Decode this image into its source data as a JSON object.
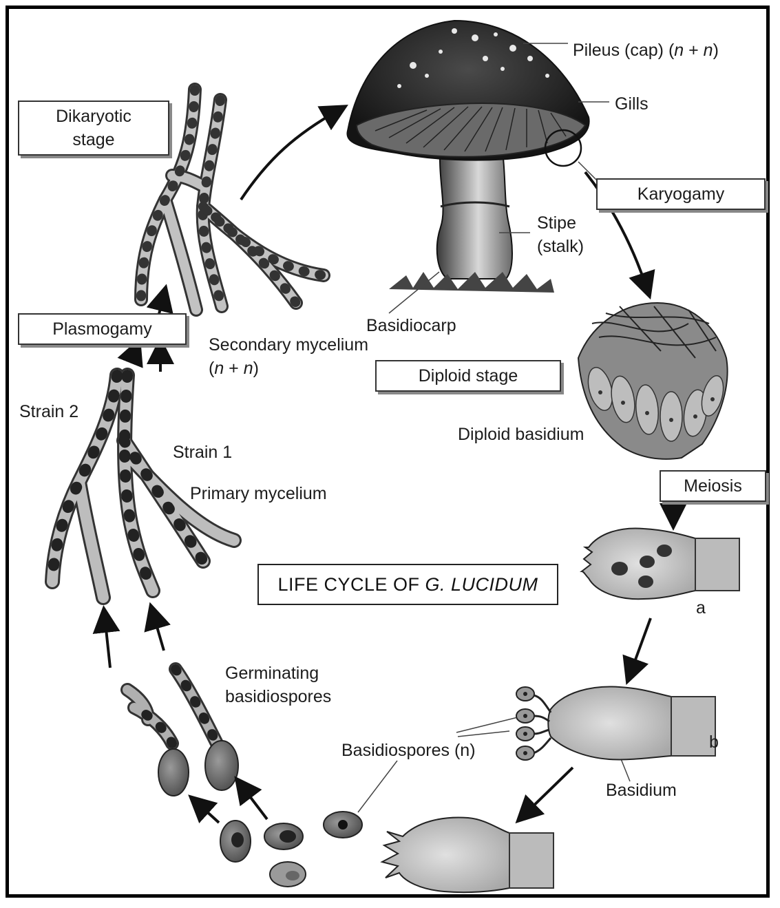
{
  "title": {
    "prefix": "LIFE CYCLE OF ",
    "species": "G. LUCIDUM"
  },
  "stage_boxes": {
    "dikaryotic": "Dikaryotic stage",
    "plasmogamy": "Plasmogamy",
    "karyogamy": "Karyogamy",
    "diploid": "Diploid stage",
    "meiosis": "Meiosis"
  },
  "labels": {
    "pileus_prefix": "Pileus (cap) (",
    "pileus_n1": "n",
    "pileus_plus": " + ",
    "pileus_n2": "n",
    "pileus_suffix": ")",
    "gills": "Gills",
    "stipe": "Stipe (stalk)",
    "basidiocarp": "Basidiocarp",
    "secondary_mycelium_prefix": "Secondary mycelium (",
    "secondary_n1": "n",
    "secondary_plus": " + ",
    "secondary_n2": "n",
    "secondary_suffix": ")",
    "strain2": "Strain 2",
    "strain1": "Strain 1",
    "primary_mycelium": "Primary mycelium",
    "diploid_basidium": "Diploid basidium",
    "stage_a": "a",
    "stage_b": "b",
    "basidium": "Basidium",
    "basidiospores": "Basidiospores (n)",
    "germinating": "Germinating basidiospores"
  },
  "colors": {
    "frame": "#000000",
    "ink": "#1c1c1c",
    "hypha_fill": "#b9b9b9",
    "cap_dark": "#2a2a2a",
    "basidium_fill": "#c9c9c9"
  }
}
